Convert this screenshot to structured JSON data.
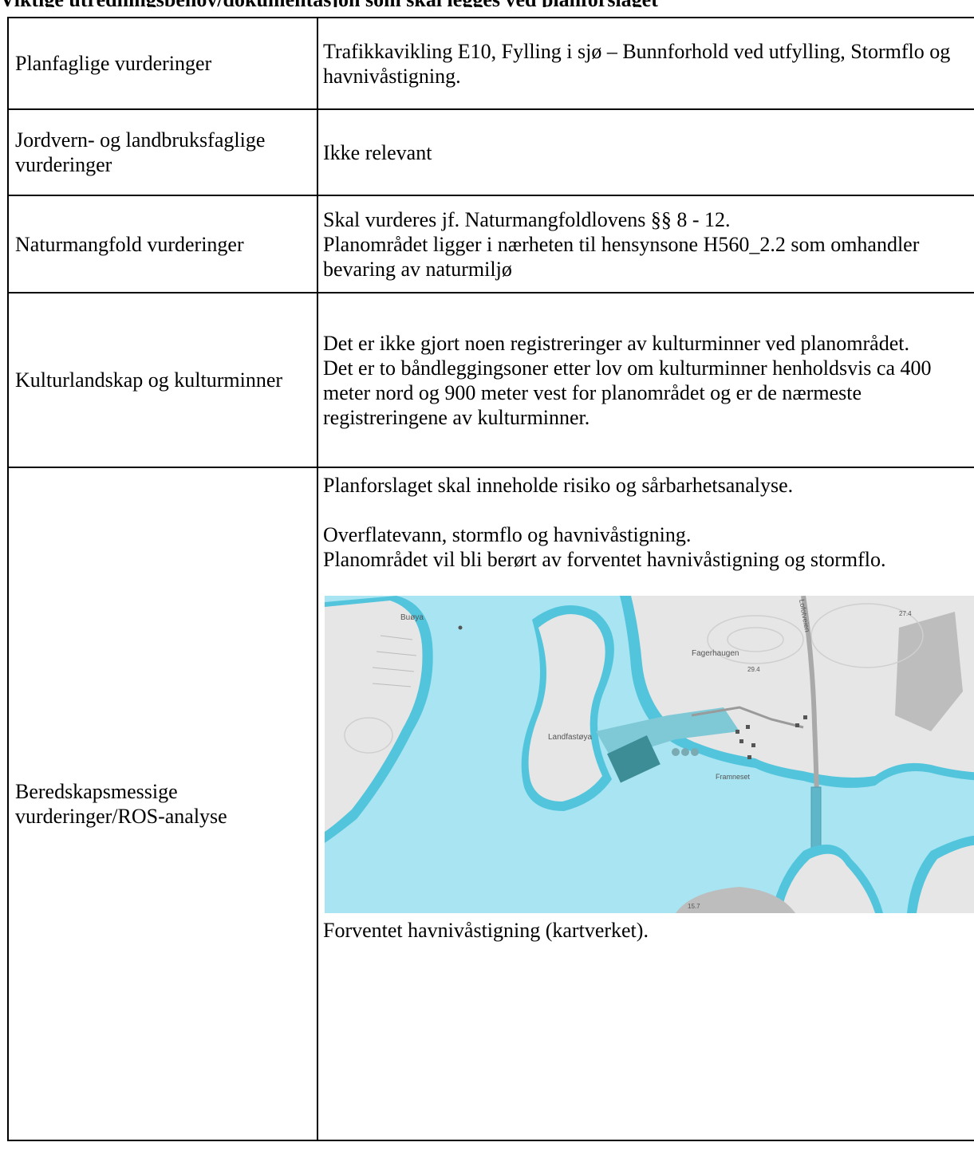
{
  "heading": "Viktige utredningsbehov/dokumentasjon som skal legges ved planforslaget",
  "rows": [
    {
      "label": "Planfaglige vurderinger",
      "content": [
        "Trafikkavikling E10, Fylling i sjø – Bunnforhold ved utfylling, Stormflo og havnivåstigning."
      ]
    },
    {
      "label": "Jordvern- og landbruksfaglige vurderinger",
      "content": [
        "Ikke relevant"
      ]
    },
    {
      "label": "Naturmangfold vurderinger",
      "content": [
        "Skal vurderes jf. Naturmangfoldlovens §§ 8 - 12.",
        "Planområdet ligger i nærheten til hensynsone H560_2.2 som omhandler bevaring av naturmiljø"
      ]
    },
    {
      "label": "Kulturlandskap og kulturminner",
      "content": [
        "Det er ikke gjort noen registreringer av kulturminner ved planområdet.",
        "Det er to båndleggingsoner etter lov om kulturminner henholdsvis ca 400 meter nord og 900 meter vest for planområdet og er de nærmeste registreringene av kulturminner."
      ]
    },
    {
      "label": "Beredskapsmessige vurderinger/ROS-analyse",
      "content": [
        "Planforslaget skal inneholde risiko og sårbarhetsanalyse.",
        "Overflatevann, stormflo og havnivåstigning.",
        "Planområdet vil bli berørt av forventet havnivåstigning og stormflo."
      ],
      "map": {
        "labels": [
          "Buøya",
          "Fagerhaugen",
          "Landfastøya",
          "Framneset",
          "29.4",
          "27.4",
          "15.7"
        ],
        "road_label": "Lofotveien",
        "colors": {
          "sea": "#a8e4f1",
          "land": "#e6e6e6",
          "flood": "#52c5dc",
          "building": "#3c8d95"
        }
      },
      "caption": "Forventet havnivåstigning (kartverket)."
    }
  ]
}
